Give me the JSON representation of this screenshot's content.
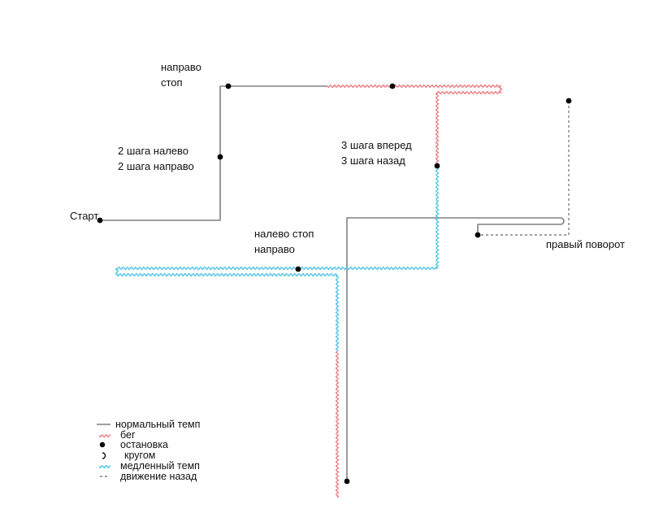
{
  "colors": {
    "normal": "#808080",
    "run": "#e8858a",
    "slow": "#5bc8e8",
    "stop": "#000000",
    "backward": "#808080"
  },
  "labels": {
    "start": "Старт",
    "step_left_right_1": "2 шага налево",
    "step_left_right_2": "2 шага направо",
    "right_stop_1": "направо",
    "right_stop_2": "стоп",
    "forward_back_1": "3 шага вперед",
    "forward_back_2": "3 шага назад",
    "left_stop_right_1": "налево стоп",
    "left_stop_right_2": "направо",
    "right_turn": "правый поворот"
  },
  "legend": {
    "normal": "нормальный темп",
    "run": "бег",
    "stop": "остановка",
    "circle": "кругом",
    "slow": "медленный темп",
    "backward": "движение назад"
  }
}
